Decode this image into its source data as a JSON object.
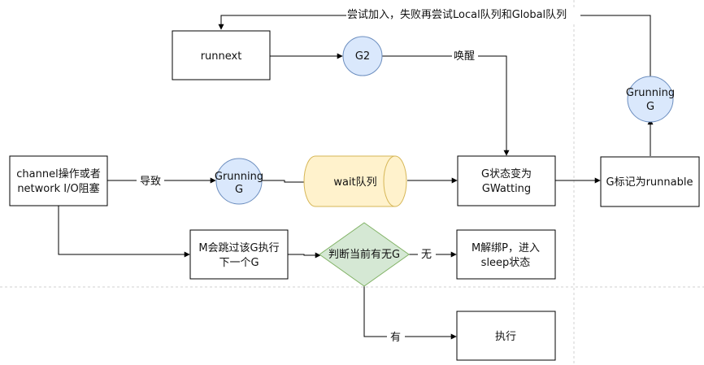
{
  "nodes": {
    "runnext": "runnext",
    "g2": "G2",
    "grunning_top_1": "Grunning",
    "grunning_top_2": "G",
    "channel_1": "channel操作或者",
    "channel_2": "network I/O阻塞",
    "grunning_mid_1": "Grunning",
    "grunning_mid_2": "G",
    "wait_queue": "wait队列",
    "gstate_1": "G状态变为",
    "gstate_2": "GWatting",
    "runnable": "G标记为runnable",
    "mskip_1": "M会跳过该G执行",
    "mskip_2": "下一个G",
    "decision": "判断当前有无G",
    "unbind_1": "M解绑P，进入",
    "unbind_2": "sleep状态",
    "execute": "执行"
  },
  "edges": {
    "retry": "尝试加入，失败再尝试Local队列和Global队列",
    "wake": "唤醒",
    "cause": "导致",
    "none": "无",
    "have": "有"
  },
  "colors": {
    "circle_fill": "#dae8fc",
    "circle_stroke": "#6c8ebf",
    "cylinder_fill": "#fff2cc",
    "cylinder_stroke": "#d6b656",
    "diamond_fill": "#d5e8d4",
    "diamond_stroke": "#82b366"
  }
}
